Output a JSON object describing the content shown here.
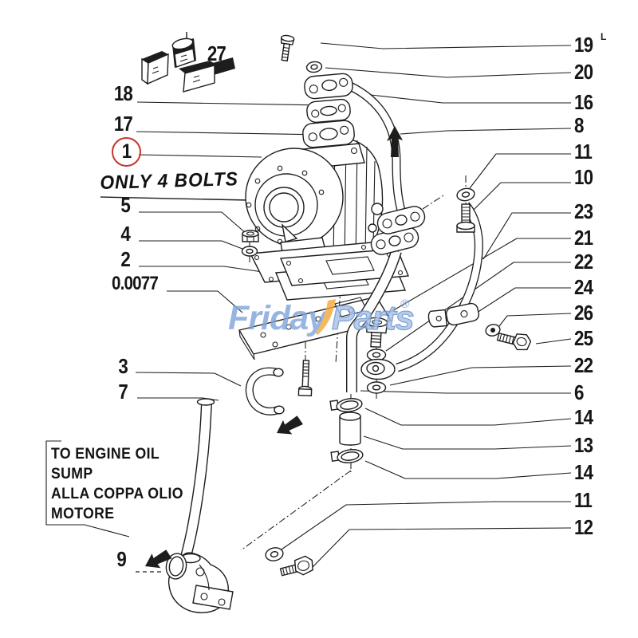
{
  "colors": {
    "ink": "#1d1d1b",
    "red_circle": "#c4362e",
    "watermark_blue": "#7fa5da",
    "watermark_blue_dark": "#6590cc",
    "watermark_orange": "#f2a93c"
  },
  "watermark": {
    "word1": "Friday",
    "word2": "Parts",
    "reg": "®"
  },
  "annotations": {
    "only_bolts": "ONLY 4 BOLTS",
    "sump_line1": "TO ENGINE OIL",
    "sump_line2": "SUMP",
    "sump_line3": "ALLA COPPA OLIO",
    "sump_line4": "MOTORE"
  },
  "callouts": {
    "left": {
      "c27": "27",
      "c18": "18",
      "c17": "17",
      "c1": "1",
      "c5": "5",
      "c4": "4",
      "c2": "2",
      "c0077": "0.0077",
      "c3": "3",
      "c7": "7",
      "c9": "9"
    },
    "right": {
      "c19": "19",
      "c19_mark": "L",
      "c20": "20",
      "c16": "16",
      "c8": "8",
      "c11a": "11",
      "c10": "10",
      "c23": "23",
      "c21": "21",
      "c22a": "22",
      "c24": "24",
      "c26": "26",
      "c25": "25",
      "c22b": "22",
      "c6": "6",
      "c14a": "14",
      "c13": "13",
      "c14b": "14",
      "c11b": "11",
      "c12": "12"
    }
  }
}
